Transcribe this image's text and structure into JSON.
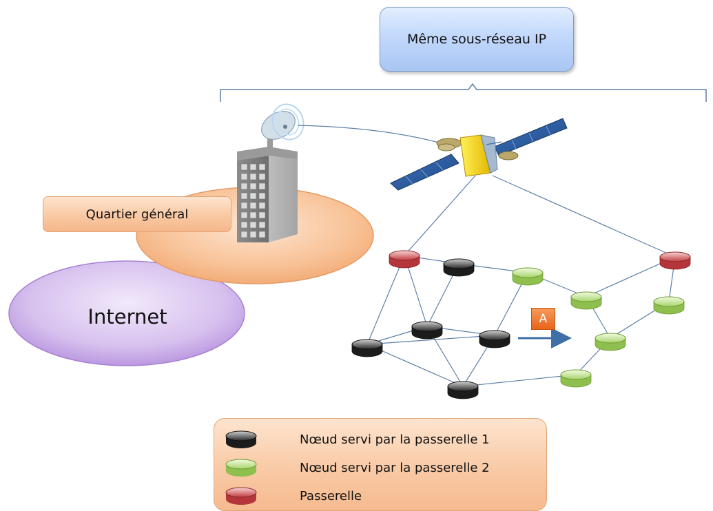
{
  "subnet_label": "Même sous-réseau IP",
  "hq_label": "Quartier général",
  "internet_label": "Internet",
  "arrow_badge": "A",
  "legend": {
    "items": [
      {
        "label": "Nœud servi par la passerelle 1",
        "kind": "black"
      },
      {
        "label": "Nœud servi par la passerelle 2",
        "kind": "green"
      },
      {
        "label": "Passerelle",
        "kind": "red"
      }
    ]
  },
  "colors": {
    "black_node": "#1c1c1c",
    "green_node": "#b4dc7a",
    "red_node": "#c8464b",
    "link": "#5c7fa8",
    "hq_ellipse": "#f8c297",
    "internet_ellipse": "#c9a8e6",
    "subnet_box": "#b8d0f8",
    "badge": "#ef7b35"
  }
}
